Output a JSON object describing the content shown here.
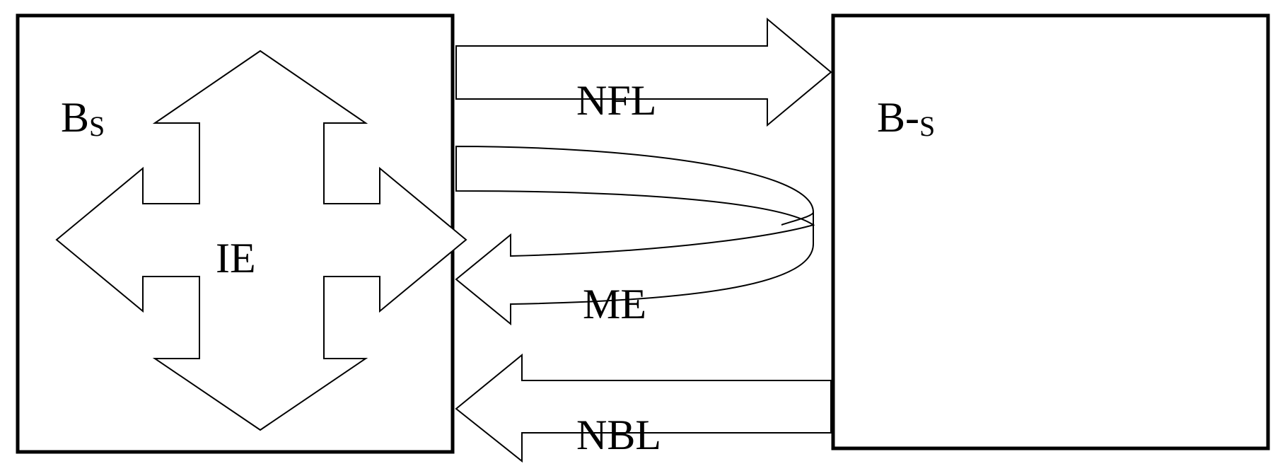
{
  "diagram": {
    "source_box": {
      "label_main": "B",
      "label_sub": "S"
    },
    "target_box": {
      "label_main": "B-",
      "label_sub": "S"
    },
    "internal_arrow": {
      "label": "IE"
    },
    "forward_arrow": {
      "label": "NFL"
    },
    "loop_arrow": {
      "label": "ME"
    },
    "backward_arrow": {
      "label": "NBL"
    },
    "colors": {
      "stroke": "#000000",
      "fill": "#ffffff"
    }
  }
}
